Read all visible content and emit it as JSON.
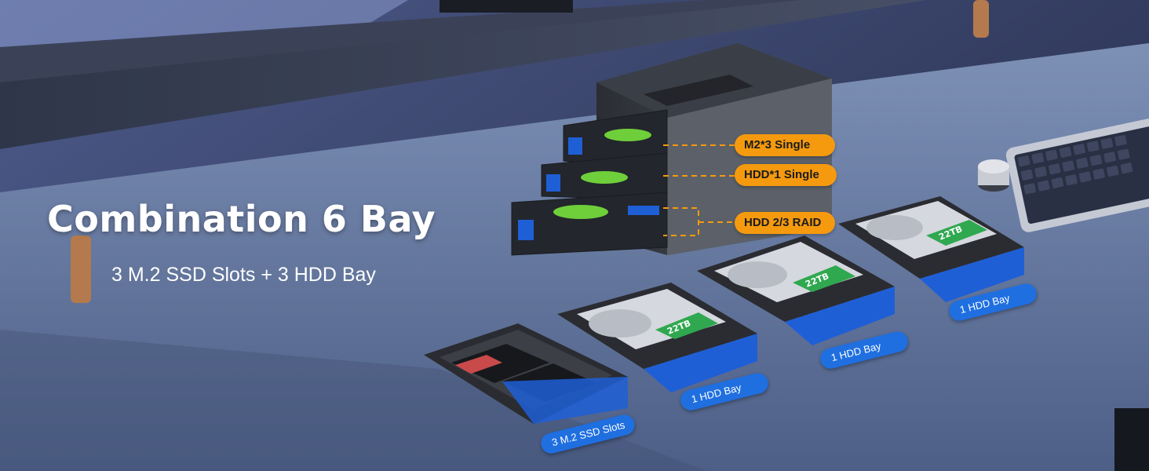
{
  "headline": "Combination 6 Bay",
  "subheadline": "3 M.2 SSD Slots + 3 HDD Bay",
  "callouts": {
    "m2": "M2*3  Single",
    "hdd_single": "HDD*1 Single",
    "raid": "HDD 2/3 RAID"
  },
  "drive_label": "22TB",
  "tray_labels": [
    "3 M.2 SSD Slots",
    "1 HDD Bay",
    "1 HDD Bay",
    "1 HDD Bay"
  ],
  "colors": {
    "accent_orange": "#f59a0f",
    "accent_blue": "#1f6fe0",
    "desk": "#5d6f96"
  }
}
